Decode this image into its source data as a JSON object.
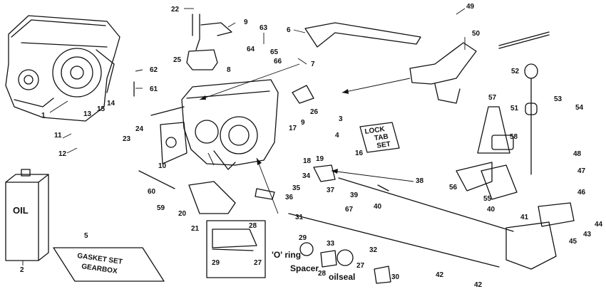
{
  "callouts": {
    "n1": "1",
    "n2": "2",
    "n3": "3",
    "n4": "4",
    "n5": "5",
    "n6": "6",
    "n7": "7",
    "n8": "8",
    "n9": "9",
    "n9b": "9",
    "n10": "10",
    "n11": "11",
    "n12": "12",
    "n13": "13",
    "n14": "14",
    "n15": "15",
    "n16": "16",
    "n17": "17",
    "n18": "18",
    "n19": "19",
    "n20": "20",
    "n21": "21",
    "n22": "22",
    "n23": "23",
    "n24": "24",
    "n25": "25",
    "n26": "26",
    "n27": "27",
    "n27b": "27",
    "n28": "28",
    "n28b": "28",
    "n29": "29",
    "n29b": "29",
    "n30": "30",
    "n31": "31",
    "n32": "32",
    "n33": "33",
    "n34": "34",
    "n35": "35",
    "n36": "36",
    "n37": "37",
    "n38": "38",
    "n39": "39",
    "n40": "40",
    "n40b": "40",
    "n41": "41",
    "n42": "42",
    "n42b": "42",
    "n43": "43",
    "n44": "44",
    "n45": "45",
    "n46": "46",
    "n47": "47",
    "n48": "48",
    "n49": "49",
    "n50": "50",
    "n51": "51",
    "n52": "52",
    "n53": "53",
    "n54": "54",
    "n55": "55",
    "n56": "56",
    "n57": "57",
    "n58": "58",
    "n59": "59",
    "n60": "60",
    "n61": "61",
    "n62": "62",
    "n63": "63",
    "n64": "64",
    "n65": "65",
    "n66": "66",
    "n67": "67"
  },
  "labels": {
    "oil_can": "OIL",
    "lock_tab_1": "LOCK",
    "lock_tab_2": "TAB",
    "lock_tab_3": "SET",
    "gasket_1": "GASKET SET",
    "gasket_2": "GEARBOX",
    "o_ring": "'O' ring",
    "spacer": "Spacer",
    "oilseal": "oilseal"
  }
}
